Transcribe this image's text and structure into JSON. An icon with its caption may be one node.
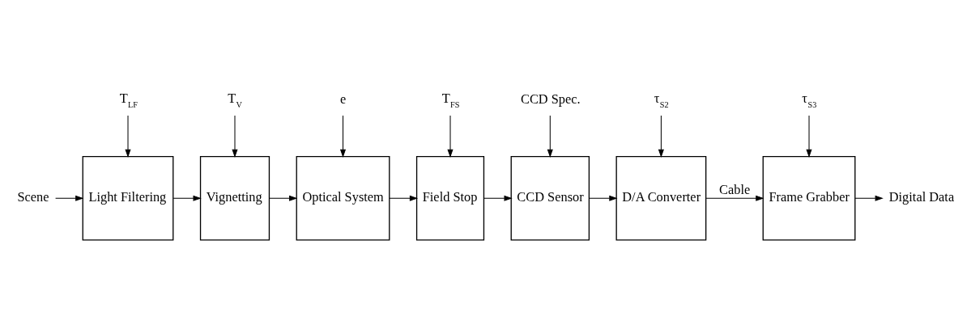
{
  "diagram": {
    "nodes": [
      {
        "text": [
          "Scene"
        ]
      },
      {
        "text": [
          "T$_{LF}$"
        ]
      },
      {
        "text": [
          "Light Filtering"
        ]
      },
      {
        "text": [
          "T$_{V}$"
        ]
      },
      {
        "text": [
          "Vignetting"
        ]
      },
      {
        "text": [
          "e⃗"
        ]
      },
      {
        "text": [
          "Optical System"
        ]
      },
      {
        "text": [
          "T$_{FS}$"
        ]
      },
      {
        "text": [
          "Field Stop"
        ]
      },
      {
        "text": [
          "CCD Spec."
        ]
      },
      {
        "text": [
          "CCD Sensor"
        ]
      },
      {
        "text": [
          "τ$_{S2}$"
        ]
      },
      {
        "text": [
          "D/A Converter"
        ]
      },
      {
        "text": [
          "τ$_{S3}$"
        ]
      },
      {
        "text": [
          "Frame Grabber"
        ]
      },
      {
        "text": [
          "Digital Data"
        ]
      }
    ],
    "edges": [
      {
        "from": 0,
        "to": 2,
        "arrow": "to"
      },
      {
        "from": 1,
        "to": 2,
        "arrow": "to"
      },
      {
        "from": 2,
        "to": 4,
        "arrow": "to"
      },
      {
        "from": 3,
        "to": 4,
        "arrow": "to"
      },
      {
        "from": 4,
        "to": 6,
        "arrow": "to"
      },
      {
        "from": 5,
        "to": 6,
        "arrow": "to"
      },
      {
        "from": 6,
        "to": 8,
        "arrow": "to"
      },
      {
        "from": 7,
        "to": 8,
        "arrow": "to"
      },
      {
        "from": 8,
        "to": 10,
        "arrow": "to"
      },
      {
        "from": 9,
        "to": 10,
        "arrow": "to"
      },
      {
        "from": 10,
        "to": 12,
        "arrow": "to"
      },
      {
        "from": 11,
        "to": 12,
        "arrow": "to"
      },
      {
        "from": 12,
        "to": 14,
        "arrow": "to",
        "label": "Cable"
      },
      {
        "from": 13,
        "to": 14,
        "arrow": "to"
      },
      {
        "from": 14,
        "to": 15,
        "arrow": "to"
      }
    ]
  }
}
